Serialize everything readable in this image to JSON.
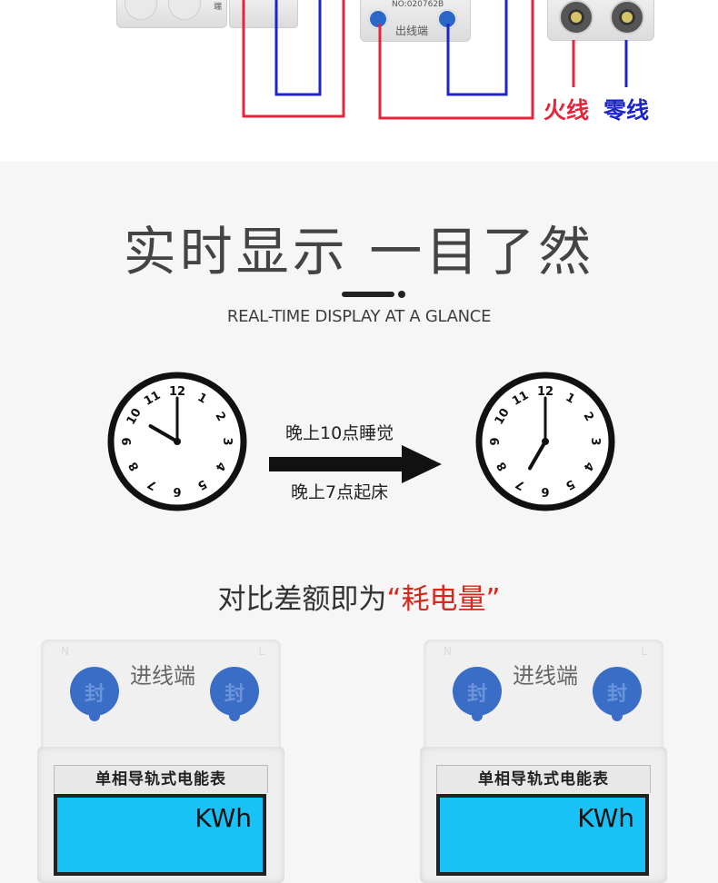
{
  "wiring": {
    "serial_no": "NO:020762B",
    "outlet_label": "出线端",
    "side_char": "端",
    "live_label": "火线",
    "neutral_label": "零线",
    "colors": {
      "live": "#e8243a",
      "neutral": "#1b25c9"
    }
  },
  "heading": {
    "title": "实时显示 一目了然",
    "subtitle": "REAL-TIME DISPLAY AT A GLANCE"
  },
  "clocks": {
    "left_time": "10:00",
    "right_time": "7:00",
    "top_label": "晚上10点睡觉",
    "bottom_label": "晚上7点起床"
  },
  "compare": {
    "text": "对比差额即为",
    "highlight": "“耗电量”"
  },
  "meters": [
    {
      "inlet_label": "进线端",
      "seal_char": "封",
      "corner_left": "N",
      "corner_right": "L",
      "plate": "单相导轨式电能表",
      "unit": "KWh"
    },
    {
      "inlet_label": "进线端",
      "seal_char": "封",
      "corner_left": "N",
      "corner_right": "L",
      "plate": "单相导轨式电能表",
      "unit": "KWh"
    }
  ]
}
